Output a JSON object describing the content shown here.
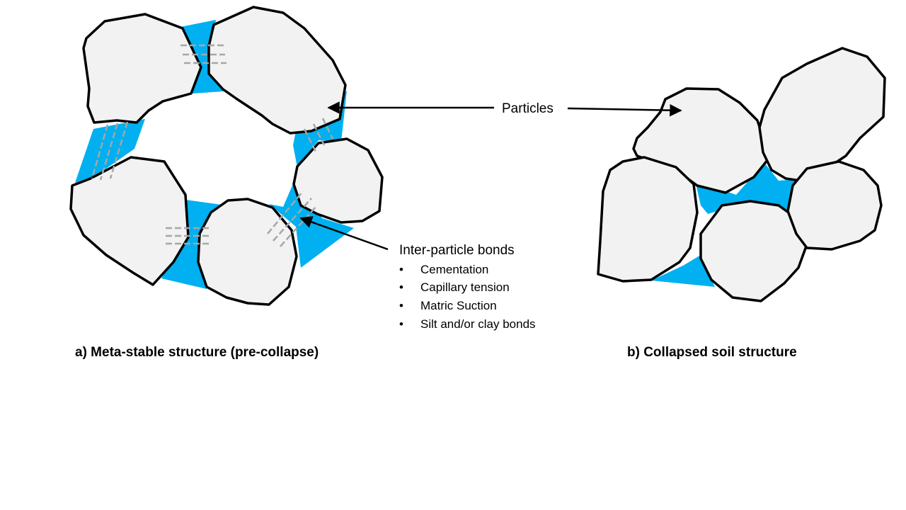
{
  "labels": {
    "particles": "Particles",
    "bonds_title": "Inter-particle bonds",
    "bond_types": [
      "Cementation",
      "Capillary tension",
      "Matric Suction",
      "Silt and/or clay bonds"
    ],
    "bullet": "•"
  },
  "captions": {
    "a": "a) Meta-stable structure (pre-collapse)",
    "b": "b) Collapsed soil structure"
  },
  "colors": {
    "bond": "#00b0f0",
    "particle_fill": "#f2f2f2",
    "particle_outline": "#000000",
    "hatch": "#a6a6a6"
  }
}
